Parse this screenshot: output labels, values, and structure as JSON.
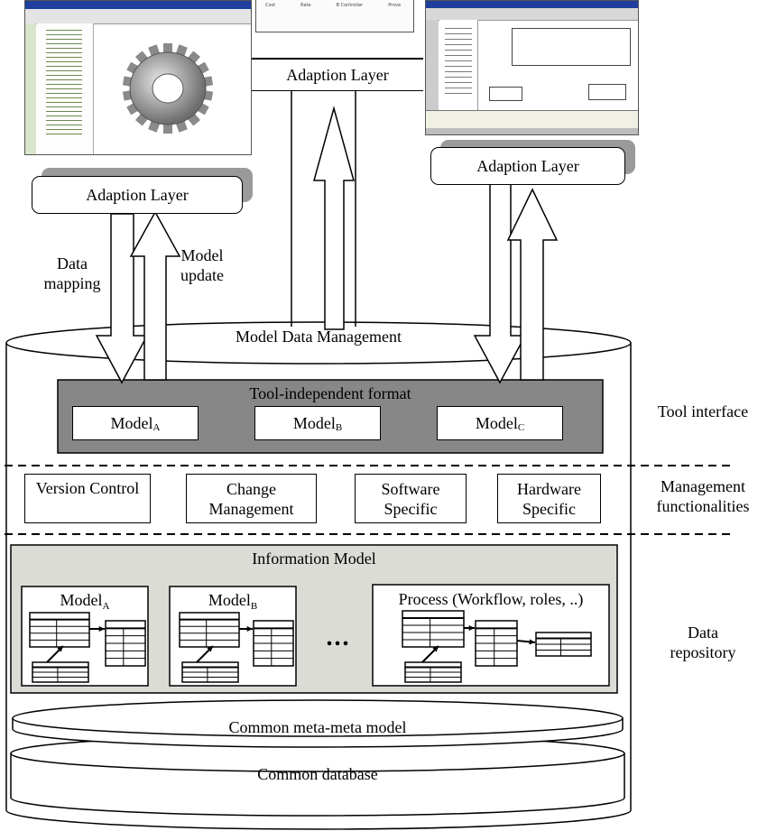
{
  "adaption_layer": {
    "left": "Adaption Layer",
    "center": "Adaption Layer",
    "right": "Adaption Layer"
  },
  "arrows": {
    "data_mapping": "Data\nmapping",
    "model_update": "Model\nupdate"
  },
  "cylinder": {
    "model_data_management": "Model Data Management",
    "common_meta_meta_model": "Common meta-meta model",
    "common_database": "Common database"
  },
  "tool_independent": {
    "title": "Tool-independent format",
    "models": [
      {
        "name": "Model",
        "sub": "A"
      },
      {
        "name": "Model",
        "sub": "B"
      },
      {
        "name": "Model",
        "sub": "C"
      }
    ]
  },
  "management": {
    "items": [
      "Version Control",
      "Change\nManagement",
      "Software\nSpecific",
      "Hardware\nSpecific"
    ]
  },
  "information_model": {
    "title": "Information Model",
    "panels": [
      {
        "name": "Model",
        "sub": "A"
      },
      {
        "name": "Model",
        "sub": "B"
      }
    ],
    "ellipsis": "...",
    "process": "Process (Workflow, roles, ..)"
  },
  "side_labels": {
    "tool_interface": "Tool interface",
    "management_functionalities": "Management\nfunctionalities",
    "data_repository": "Data\nrepository"
  },
  "screenshot_top_center": {
    "items": [
      "Cost",
      "Rate",
      "B Controller",
      "Prove"
    ]
  }
}
